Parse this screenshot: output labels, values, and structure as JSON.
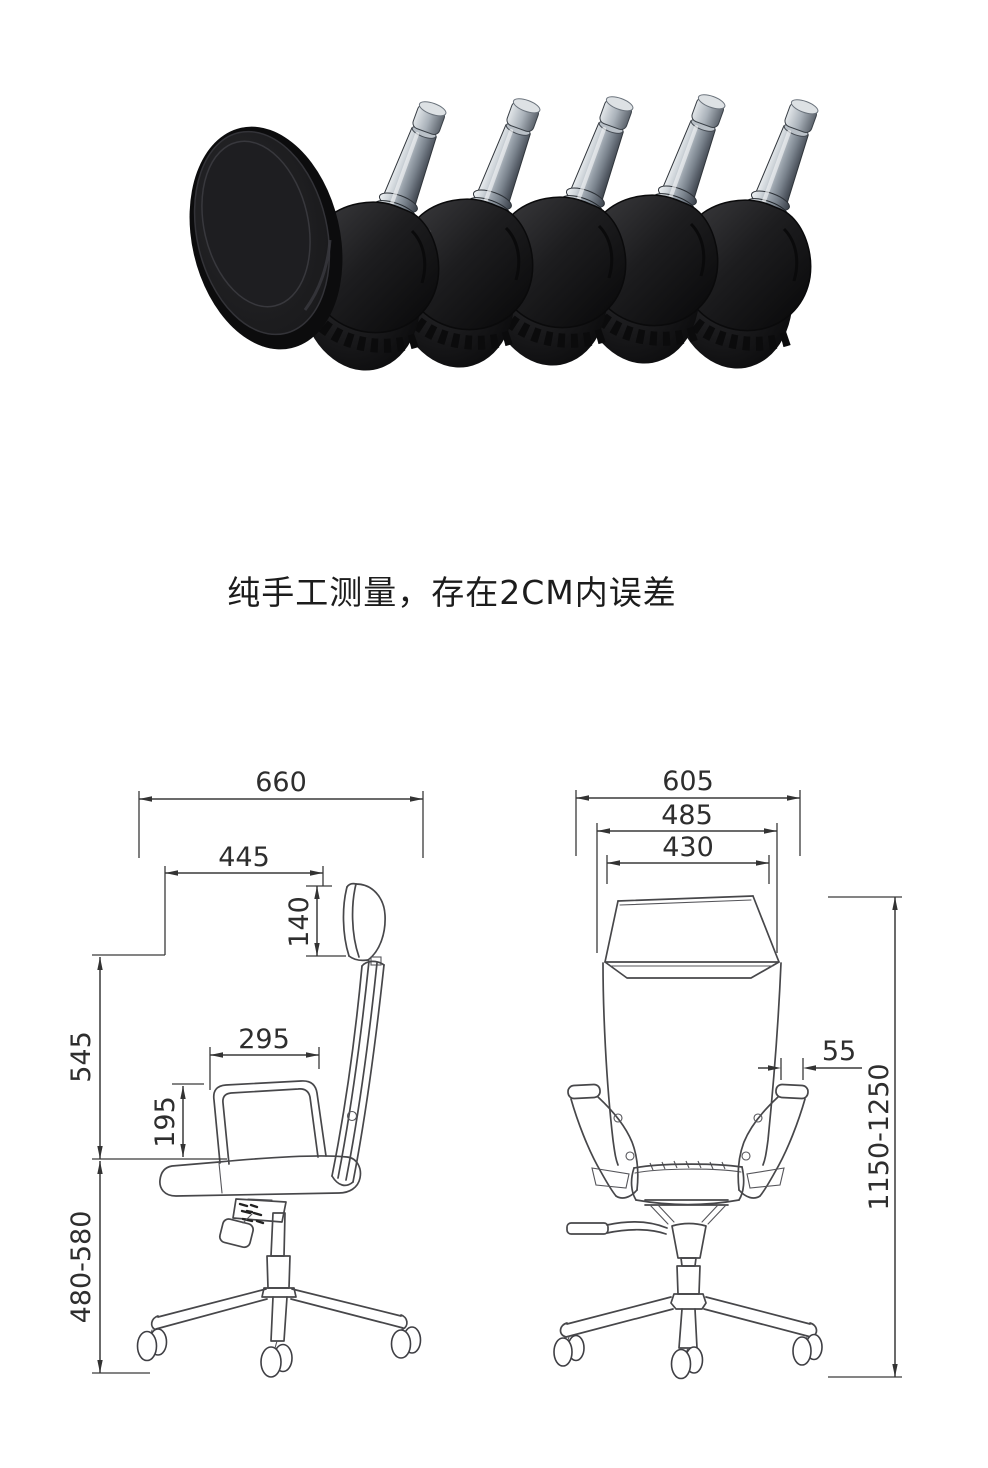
{
  "note": {
    "text": "纯手工测量，存在2CM内误差"
  },
  "photo": {
    "description": "five black office chair casters with chrome mounting stems",
    "caster_count": "5"
  },
  "dimensions": {
    "side": {
      "overall_depth": "660",
      "upper_depth": "445",
      "headrest_height": "140",
      "backrest_height": "545",
      "armrest_length": "295",
      "armrest_height": "195",
      "seat_height_range": "480-580"
    },
    "front": {
      "overall_width": "605",
      "backrest_width": "485",
      "seat_width": "430",
      "armrest_pad_width": "55",
      "total_height_range": "1150-1250"
    }
  }
}
